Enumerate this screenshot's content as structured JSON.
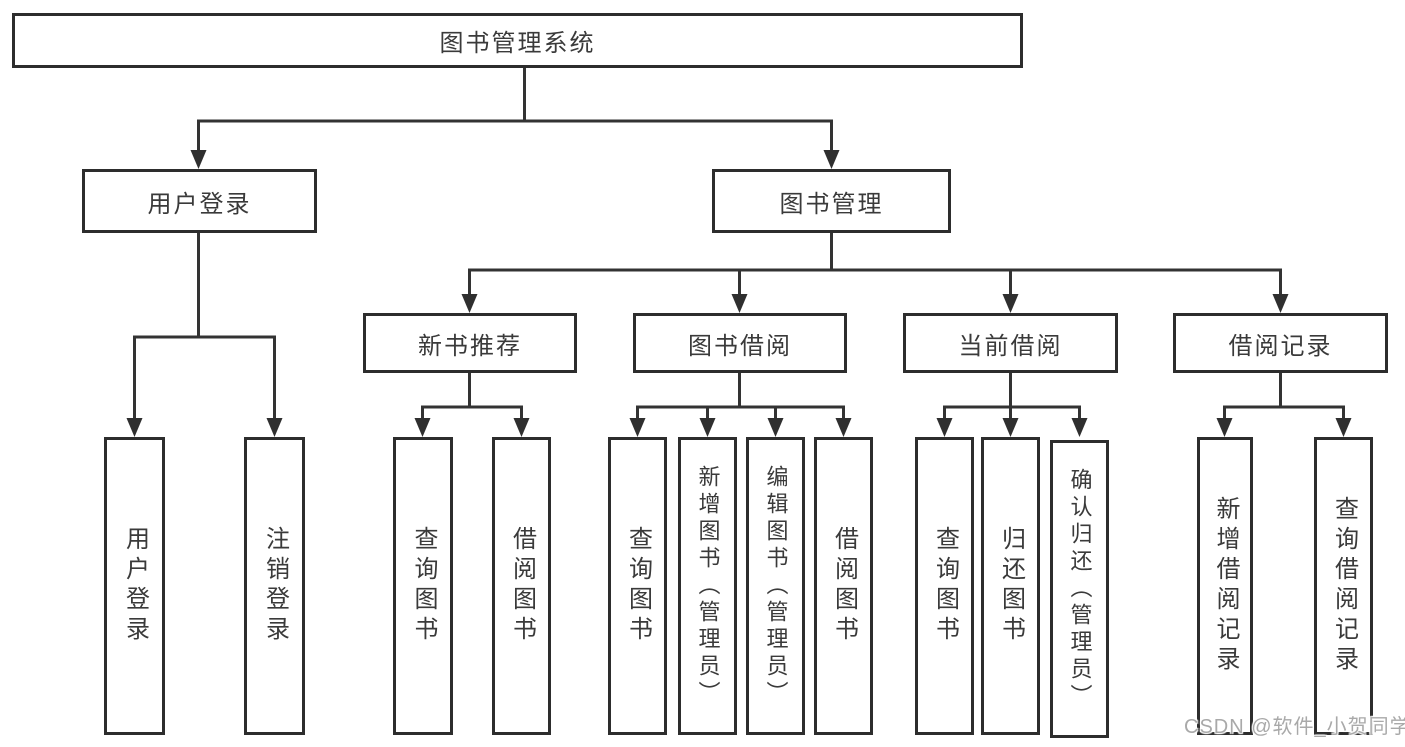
{
  "tree": {
    "root": "图书管理系统",
    "children": [
      {
        "label": "用户登录",
        "children": [
          "用户登录",
          "注销登录"
        ]
      },
      {
        "label": "图书管理",
        "children": [
          {
            "label": "新书推荐",
            "children": [
              "查询图书",
              "借阅图书"
            ]
          },
          {
            "label": "图书借阅",
            "children": [
              "查询图书",
              "新增图书（管理员）",
              "编辑图书（管理员）",
              "借阅图书"
            ]
          },
          {
            "label": "当前借阅",
            "children": [
              "查询图书",
              "归还图书",
              "确认归还（管理员）"
            ]
          },
          {
            "label": "借阅记录",
            "children": [
              "新增借阅记录",
              "查询借阅记录"
            ]
          }
        ]
      }
    ]
  },
  "watermark": {
    "text": "CSDN @软件_小贺同学"
  },
  "colors": {
    "background": "#ffffff",
    "line": "#333333",
    "box_border": "#2d2d2d",
    "text": "#3a3a3a",
    "watermark": "#a9a9a9"
  }
}
